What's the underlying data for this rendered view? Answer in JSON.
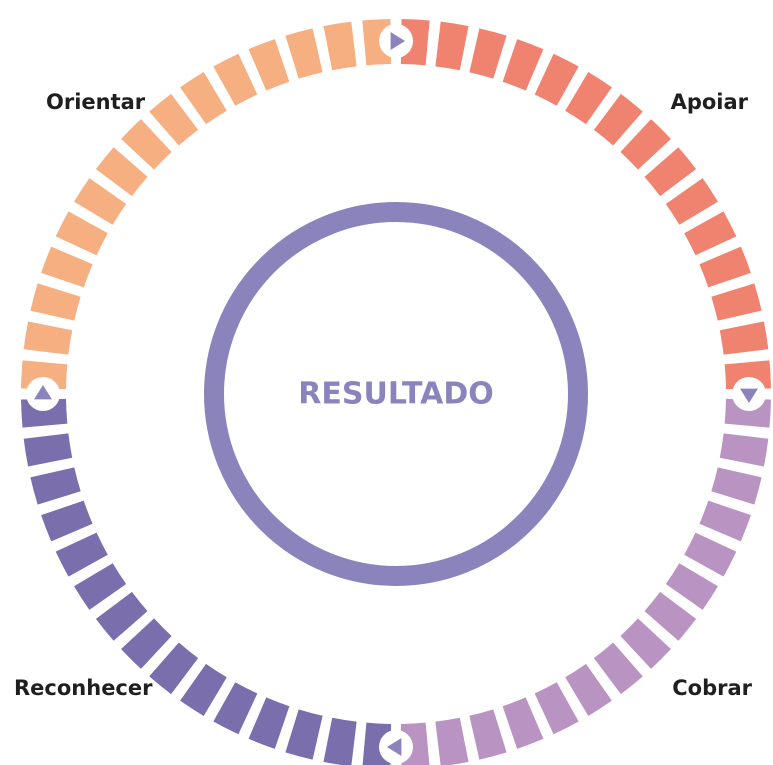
{
  "center": {
    "label": "RESULTADO",
    "color": "#8b84bc"
  },
  "stages": [
    {
      "key": "apoiar",
      "label": "Apoiar",
      "color": "#ef836f",
      "segments": 15,
      "arrow": "right"
    },
    {
      "key": "cobrar",
      "label": "Cobrar",
      "color": "#b994c3",
      "segments": 15,
      "arrow": "down"
    },
    {
      "key": "reconhecer",
      "label": "Reconhecer",
      "color": "#7a6eac",
      "segments": 15,
      "arrow": "left"
    },
    {
      "key": "orientar",
      "label": "Orientar",
      "color": "#f5af81",
      "segments": 15,
      "arrow": "up"
    }
  ],
  "arrow_color": "#8b84bc"
}
